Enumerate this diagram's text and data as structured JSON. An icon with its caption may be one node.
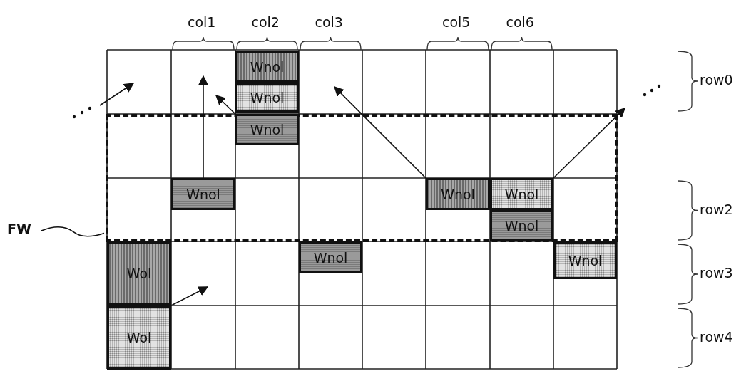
{
  "diagram": {
    "nodes": [
      {
        "text": [
          "Wnol"
        ]
      },
      {
        "text": [
          "Wnol"
        ]
      },
      {
        "text": [
          "Wnol"
        ],
        "in": 12
      },
      {
        "text": [
          "Wnol"
        ],
        "in": 12
      },
      {
        "text": [
          "Wnol"
        ],
        "in": 12
      },
      {
        "text": [
          "Wnol"
        ],
        "in": 12
      },
      {
        "text": [
          "Wnol"
        ],
        "in": 12
      },
      {
        "text": [
          "Wnol"
        ]
      },
      {
        "text": [
          "Wnol"
        ]
      },
      {
        "text": [
          "Wol"
        ]
      },
      {
        "text": [
          "Wol"
        ]
      },
      {
        "text": [
          "FW"
        ]
      },
      {
        "text": [],
        "shape": "box"
      }
    ],
    "edges": [
      {
        "from": 3,
        "to": null,
        "arrow": "to"
      },
      {
        "from": 2,
        "to": null,
        "arrow": "to"
      },
      {
        "from": 4,
        "to": null,
        "arrow": "to"
      },
      {
        "from": 5,
        "to": null,
        "arrow": "to"
      },
      {
        "from": 9,
        "to": null,
        "arrow": "to"
      },
      {
        "from": 11,
        "to": 12,
        "arrow": "none"
      }
    ],
    "labels": [
      "col1",
      "col2",
      "col3",
      "col5",
      "col6",
      "row0",
      "row2",
      "row3",
      "row4"
    ]
  }
}
